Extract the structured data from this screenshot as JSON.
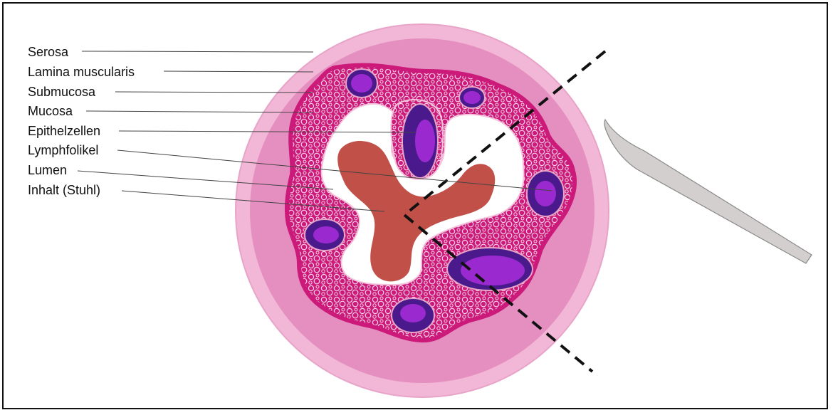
{
  "labels": [
    {
      "id": "serosa",
      "text": "Serosa"
    },
    {
      "id": "lamina-muscularis",
      "text": "Lamina muscularis"
    },
    {
      "id": "submucosa",
      "text": "Submucosa"
    },
    {
      "id": "mucosa",
      "text": "Mucosa"
    },
    {
      "id": "epithelzellen",
      "text": "Epithelzellen"
    },
    {
      "id": "lymphfolikel",
      "text": "Lymphfolikel"
    },
    {
      "id": "lumen",
      "text": "Lumen"
    },
    {
      "id": "inhalt-stuhl",
      "text": "Inhalt (Stuhl)"
    }
  ],
  "colors": {
    "serosa": "#f2b6d6",
    "muscularis": "#e48fc0",
    "mucosa": "#cc1a7a",
    "submucosa_pattern": "#f5c4dc",
    "lymph_outer": "#4a1a8c",
    "lymph_inner": "#9a2ad0",
    "content": "#c05048",
    "lumen": "#ffffff",
    "scalpel": "#d4cfcf",
    "cut_line": "#111111"
  },
  "icons": {
    "scalpel": "scalpel-icon"
  }
}
